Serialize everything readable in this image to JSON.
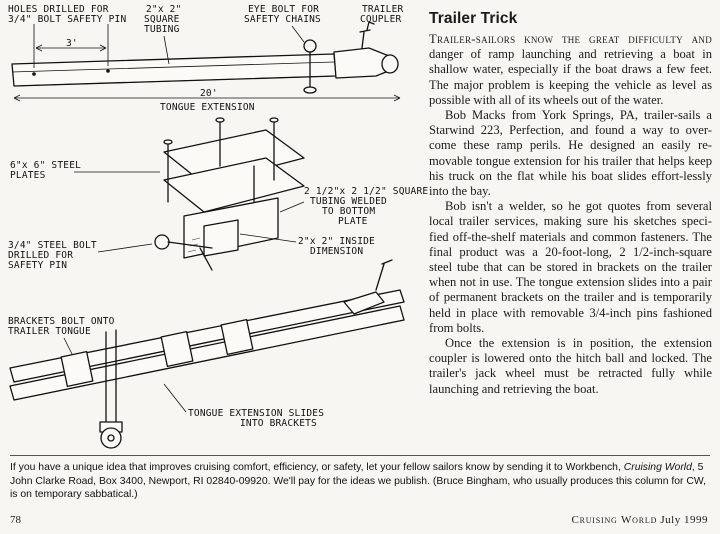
{
  "illustration": {
    "labels": {
      "holes": [
        "HOLES DRILLED FOR",
        "3/4\" BOLT SAFETY PIN"
      ],
      "square_tubing": [
        "2\"x 2\"",
        "SQUARE",
        "TUBING"
      ],
      "eye_bolt": [
        "EYE BOLT FOR",
        "SAFETY CHAINS"
      ],
      "trailer_coupler": [
        "TRAILER",
        "COUPLER"
      ],
      "three_ft": "3'",
      "twenty_ft": "20'",
      "tongue_extension": "TONGUE EXTENSION",
      "steel_plates": [
        "6\"x 6\" STEEL",
        "PLATES"
      ],
      "square_welded": [
        "2 1/2\"x 2 1/2\" SQUARE",
        "TUBING WELDED",
        "TO BOTTOM",
        "PLATE"
      ],
      "steel_bolt": [
        "3/4\" STEEL BOLT",
        "DRILLED FOR",
        "SAFETY PIN"
      ],
      "inside_dimension": [
        "2\"x 2\" INSIDE",
        "DIMENSION"
      ],
      "brackets_bolt": [
        "BRACKETS BOLT ONTO",
        "TRAILER TONGUE"
      ],
      "slides_into": [
        "TONGUE EXTENSION SLIDES",
        "INTO BRACKETS"
      ]
    }
  },
  "article": {
    "title": "Trailer Trick",
    "lead": "Trailer-sailors know the great difficulty and",
    "paragraphs": [
      "danger of ramp launching and retrieving a boat in shallow water, especially if the boat draws a few feet. The major problem is keeping the vehicle as level as possible with all of its wheels out of the water.",
      "Bob Macks from York Springs, PA, trailer-sails a Starwind 223, Perfection, and found a way to over-come these ramp perils. He designed an easily re-movable tongue extension for his trailer that helps keep his truck on the flat while his boat slides effort-lessly into the bay.",
      "Bob isn't a welder, so he got quotes from several local trailer services, making sure his sketches speci-fied off-the-shelf materials and common fasteners. The final product was a 20-foot-long, 2 1/2-inch-square steel tube that can be stored in brackets on the trailer when not in use. The tongue extension slides into a pair of permanent brackets on the trailer and is temporarily held in place with removable 3/4-inch pins fashioned from bolts.",
      "Once the extension is in position, the extension coupler is lowered onto the hitch ball and locked. The trailer's jack wheel must be retracted fully while launching and retrieving the boat."
    ]
  },
  "note": {
    "text_a": "If you have a unique idea that improves cruising comfort, efficiency, or safety, let your fellow sailors know by sending it to Workbench,",
    "magazine_italic": "Cruising World",
    "text_b": ", 5 John Clarke Road, Box 3400, Newport, RI 02840-09920. We'll pay for the ideas we publish. (Bruce Bingham, who usually produces this column for CW, is on temporary sabbatical.)"
  },
  "footer": {
    "page_number": "78",
    "magazine": "Cruising World",
    "issue": "July 1999"
  }
}
